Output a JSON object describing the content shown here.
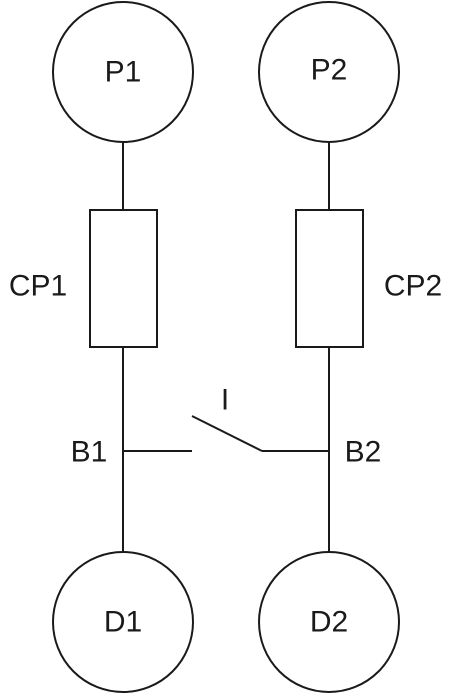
{
  "diagram": {
    "nodes": {
      "p1": "P1",
      "p2": "P2",
      "cp1": "CP1",
      "cp2": "CP2",
      "b1": "B1",
      "b2": "B2",
      "switch": "I",
      "d1": "D1",
      "d2": "D2"
    },
    "colors": {
      "line": "#1a1a1a",
      "background": "#ffffff"
    }
  }
}
